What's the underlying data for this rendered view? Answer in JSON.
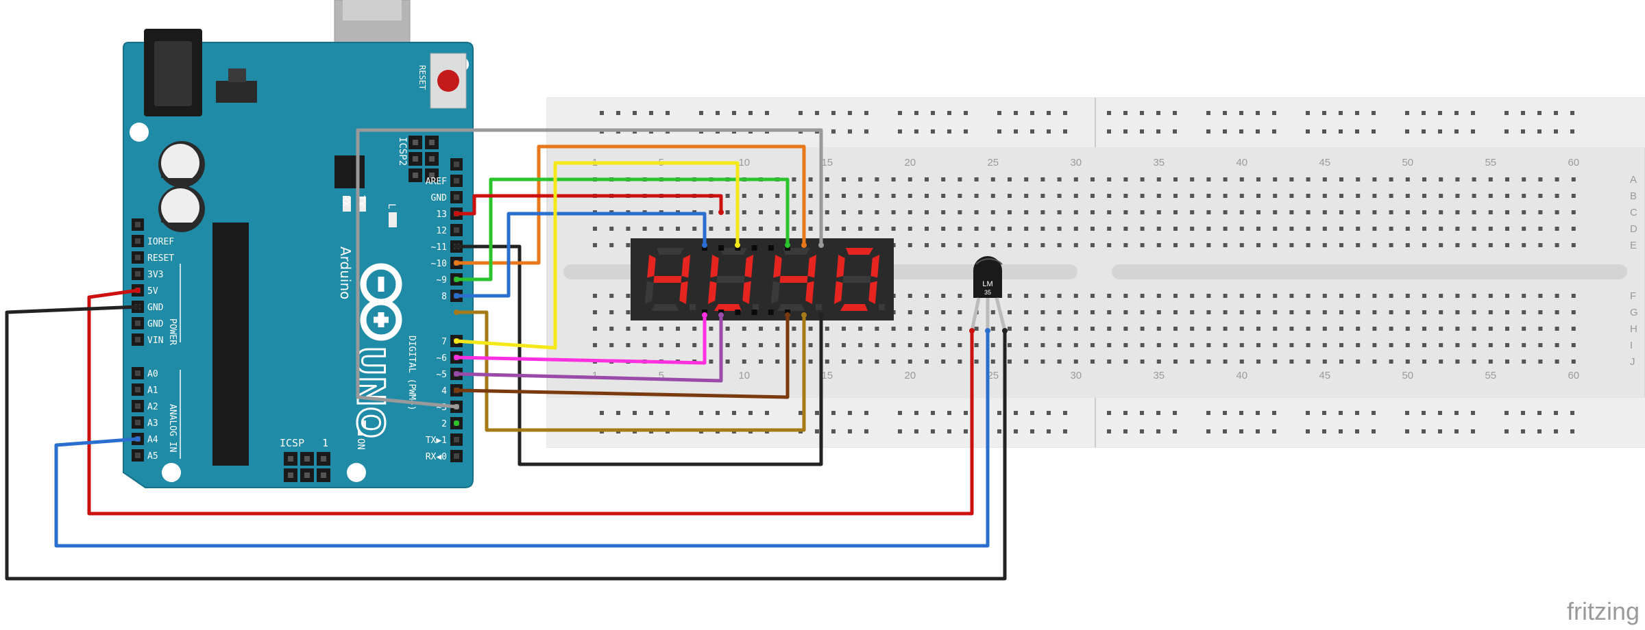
{
  "arduino": {
    "brand": "Arduino",
    "model": "UNO",
    "reset_label": "RESET",
    "icsp2_label": "ICSP2",
    "icsp_label": "ICSP",
    "icsp_one": "1",
    "led_labels": {
      "rx": "RX",
      "tx": "TX",
      "l": "L",
      "on": "ON"
    },
    "digital_header_label": "DIGITAL (PWM~)",
    "top_header_pins": [
      "AREF",
      "GND",
      "13",
      "12",
      "~11",
      "~10",
      "~9",
      "8"
    ],
    "bottom_header_pins": [
      "7",
      "~6",
      "~5",
      "4",
      "~3",
      "2",
      "TX▶1",
      "RX◀0"
    ],
    "power_pins": [
      "IOREF",
      "RESET",
      "3V3",
      "5V",
      "GND",
      "GND",
      "VIN"
    ],
    "power_label": "POWER",
    "analog_pins": [
      "A0",
      "A1",
      "A2",
      "A3",
      "A4",
      "A5"
    ],
    "analog_label": "ANALOG IN"
  },
  "breadboard": {
    "column_numbers": [
      "1",
      "5",
      "10",
      "15",
      "20",
      "25",
      "30",
      "35",
      "40",
      "45",
      "50",
      "55",
      "60"
    ],
    "row_letters_top": [
      "A",
      "B",
      "C",
      "D",
      "E"
    ],
    "row_letters_bottom": [
      "F",
      "G",
      "H",
      "I",
      "J"
    ]
  },
  "display": {
    "digits": [
      "4",
      "U",
      "4",
      "0"
    ]
  },
  "sensor": {
    "label_line1": "LM",
    "label_line2": "35"
  },
  "watermark": "fritzing",
  "colors": {
    "board": "#1f8ba6",
    "board_dark": "#146a80",
    "breadboard": "#e6e6e6",
    "segment_on": "#e62420",
    "segment_off": "#3a3a3a",
    "wire_red": "#cc1010",
    "wire_black": "#222222",
    "wire_blue": "#2a6fd0",
    "wire_gray": "#999999",
    "wire_orange": "#e8781a",
    "wire_yellow": "#f4e818",
    "wire_green": "#2cc42c",
    "wire_magenta": "#ff30e0",
    "wire_purple": "#9a4aa8",
    "wire_brown": "#7a3a10",
    "wire_olive": "#a77a18"
  }
}
